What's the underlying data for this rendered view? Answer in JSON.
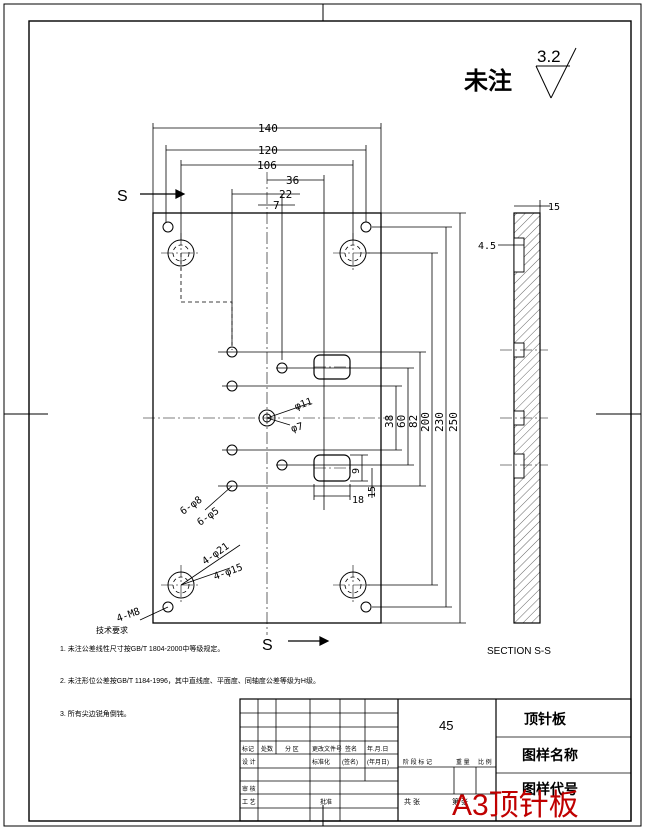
{
  "roughness": {
    "label": "未注",
    "value": "3.2"
  },
  "section_marks": {
    "top": "S",
    "bottom": "S"
  },
  "horizontal_dims": [
    "140",
    "120",
    "106",
    "36",
    "22",
    "7"
  ],
  "vertical_dims": [
    "38",
    "60",
    "82",
    "200",
    "230",
    "250"
  ],
  "small_dims": {
    "d9": "9",
    "d18": "18",
    "d15": "15"
  },
  "hole_callouts": {
    "phi11": "φ11",
    "phi7": "φ7",
    "m_phi8": "6-φ8",
    "m_phi5": "6-φ5",
    "b_phi21": "4-φ21",
    "b_phi15": "4-φ15",
    "m8": "4-M8"
  },
  "side_view": {
    "thk": "15",
    "step": "4.5",
    "section_label": "SECTION S-S"
  },
  "notes": {
    "title": "技术要求",
    "items": [
      "1. 未注公差线性尺寸按GB/T 1804-2000中等级规定。",
      "2. 未注形位公差按GB/T 1184-1996，其中直线度、平面度、同轴度公差等级为H级。",
      "3. 所有尖边锐角倒钝。"
    ]
  },
  "title_block": {
    "qty": "45",
    "part_name": "顶针板",
    "drawing_name_label": "图样名称",
    "drawing_code_label": "图样代号",
    "headers": [
      "标记",
      "处数",
      "分 区",
      "更改文件号",
      "签名",
      "年.月.日"
    ],
    "row_labels": [
      "设 计",
      "审 核",
      "工 艺"
    ],
    "std_label": "标准化",
    "sign_label": "(签名)",
    "date_label": "(年月日)",
    "approve_label": "批准",
    "stage_headers": [
      "阶 段 标 记",
      "重 量",
      "比 例"
    ],
    "sheet_label": "共   张",
    "page_label": "第   张"
  },
  "watermark": "A3顶针板"
}
